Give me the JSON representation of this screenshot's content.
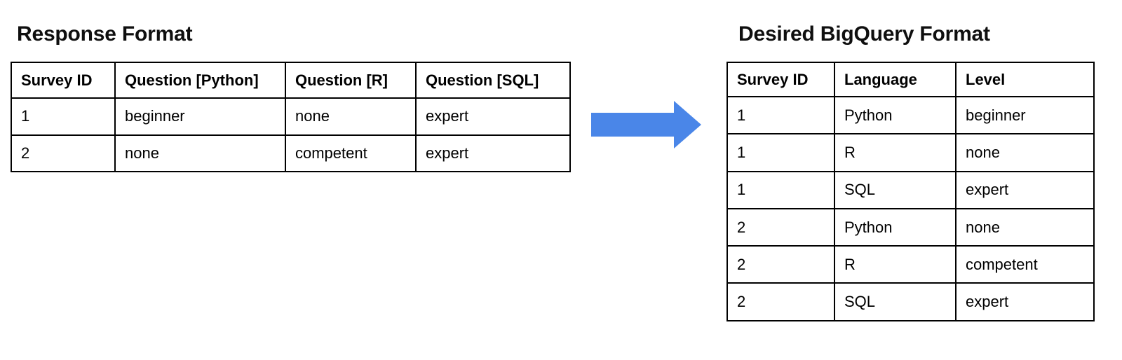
{
  "left_panel": {
    "title": "Response Format",
    "table": {
      "headers": [
        "Survey ID",
        "Question [Python]",
        "Question [R]",
        "Question [SQL]"
      ],
      "rows": [
        [
          "1",
          "beginner",
          "none",
          "expert"
        ],
        [
          "2",
          "none",
          "competent",
          "expert"
        ]
      ]
    }
  },
  "arrow": {
    "icon": "right-arrow",
    "color": "#4A86E8"
  },
  "right_panel": {
    "title": "Desired BigQuery Format",
    "table": {
      "headers": [
        "Survey ID",
        "Language",
        "Level"
      ],
      "rows": [
        [
          "1",
          "Python",
          "beginner"
        ],
        [
          "1",
          "R",
          "none"
        ],
        [
          "1",
          "SQL",
          "expert"
        ],
        [
          "2",
          "Python",
          "none"
        ],
        [
          "2",
          "R",
          "competent"
        ],
        [
          "2",
          "SQL",
          "expert"
        ]
      ]
    }
  }
}
